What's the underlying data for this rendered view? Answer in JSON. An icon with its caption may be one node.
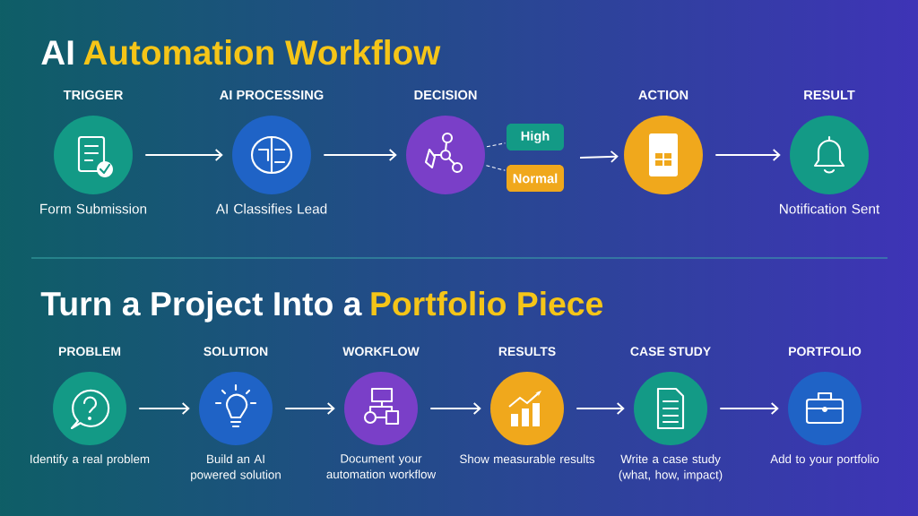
{
  "diagram": {
    "nodes": [
      {
        "text": [
          "TRIGGER",
          "Form Submission"
        ]
      },
      {
        "text": [
          "AI PROCESSING",
          "AI Classifies Lead"
        ]
      },
      {
        "text": [
          "DECISION"
        ]
      },
      {
        "text": [
          "High"
        ]
      },
      {
        "text": [
          "Normal"
        ]
      },
      {
        "text": [
          "ACTION"
        ]
      },
      {
        "text": [
          "RESULT",
          "Notification Sent"
        ]
      },
      {
        "text": [
          "PROBLEM",
          "Identify a real problem"
        ]
      },
      {
        "text": [
          "SOLUTION",
          "Build an AI powered solution"
        ]
      },
      {
        "text": [
          "WORKFLOW",
          "Document your automation workflow"
        ]
      },
      {
        "text": [
          "RESULTS",
          "Show measurable results"
        ]
      },
      {
        "text": [
          "CASE STUDY",
          "Write a case study (what, how, impact)"
        ]
      },
      {
        "text": [
          "PORTFOLIO",
          "Add to your portfolio"
        ]
      }
    ],
    "edges": [
      {
        "from": 0,
        "to": 1,
        "arrow": "to"
      },
      {
        "from": 1,
        "to": 2,
        "arrow": "to"
      },
      {
        "from": 2,
        "to": 3,
        "arrow": "none",
        "style": "dashed"
      },
      {
        "from": 2,
        "to": 4,
        "arrow": "none",
        "style": "dashed"
      },
      {
        "from": null,
        "to": 5,
        "arrow": "to"
      },
      {
        "from": 5,
        "to": 6,
        "arrow": "to"
      },
      {
        "from": 7,
        "to": 8,
        "arrow": "to"
      },
      {
        "from": 8,
        "to": 9,
        "arrow": "to"
      },
      {
        "from": 9,
        "to": 10,
        "arrow": "to"
      },
      {
        "from": 10,
        "to": 11,
        "arrow": "to"
      },
      {
        "from": 11,
        "to": 12,
        "arrow": "to"
      }
    ],
    "labels": [
      "AI",
      "Automation Workflow",
      "Turn a Project Into a",
      "Portfolio Piece"
    ]
  }
}
